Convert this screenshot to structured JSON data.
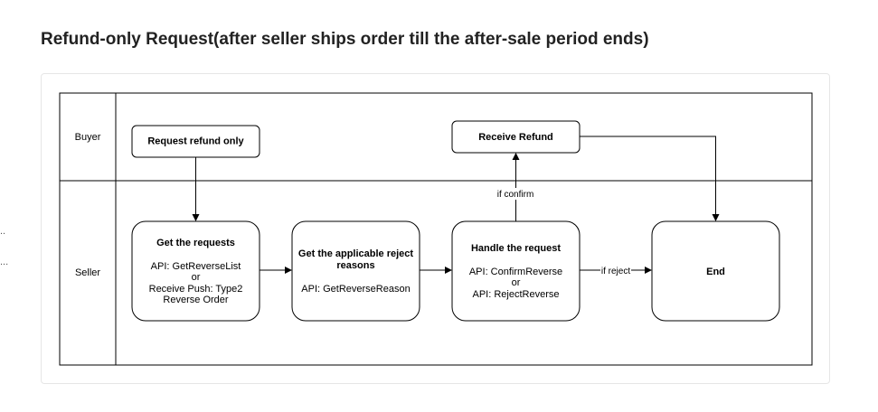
{
  "page": {
    "title": "Refund-only Request(after seller ships order till the after-sale period ends)"
  },
  "side_marks": {
    "upper": "..",
    "lower": "..."
  },
  "diagram": {
    "lanes": {
      "buyer": "Buyer",
      "seller": "Seller"
    },
    "nodes": {
      "request_refund": {
        "title": "Request refund only"
      },
      "receive_refund": {
        "title": "Receive Refund"
      },
      "get_requests": {
        "title": "Get the requests",
        "line1": "API: GetReverseList",
        "line2": "or",
        "line3": "Receive Push: Type2",
        "line4": "Reverse Order"
      },
      "reject_reasons": {
        "title_line1": "Get the applicable reject",
        "title_line2": "reasons",
        "line1": "API: GetReverseReason"
      },
      "handle_request": {
        "title": "Handle the request",
        "line1": "API: ConfirmReverse",
        "line2": "or",
        "line3": "API: RejectReverse"
      },
      "end": {
        "title": "End"
      }
    },
    "edge_labels": {
      "confirm": "if confirm",
      "reject": "if reject"
    }
  }
}
